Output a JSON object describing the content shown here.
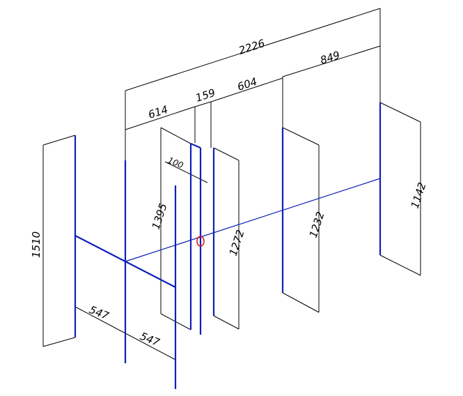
{
  "colors": {
    "pipe": "#0f1fb8",
    "dimension": "#000000",
    "marker": "#e01010",
    "background": "#ffffff"
  },
  "dimensions": {
    "overall_length": "2226",
    "segment_614": "614",
    "segment_159": "159",
    "segment_604": "604",
    "segment_849": "849",
    "offset_100": "100",
    "height_1510": "1510",
    "height_1395": "1395",
    "height_1272": "1272",
    "height_1232": "1232",
    "height_1142": "1142",
    "branch_547_a": "547",
    "branch_547_b": "547"
  }
}
